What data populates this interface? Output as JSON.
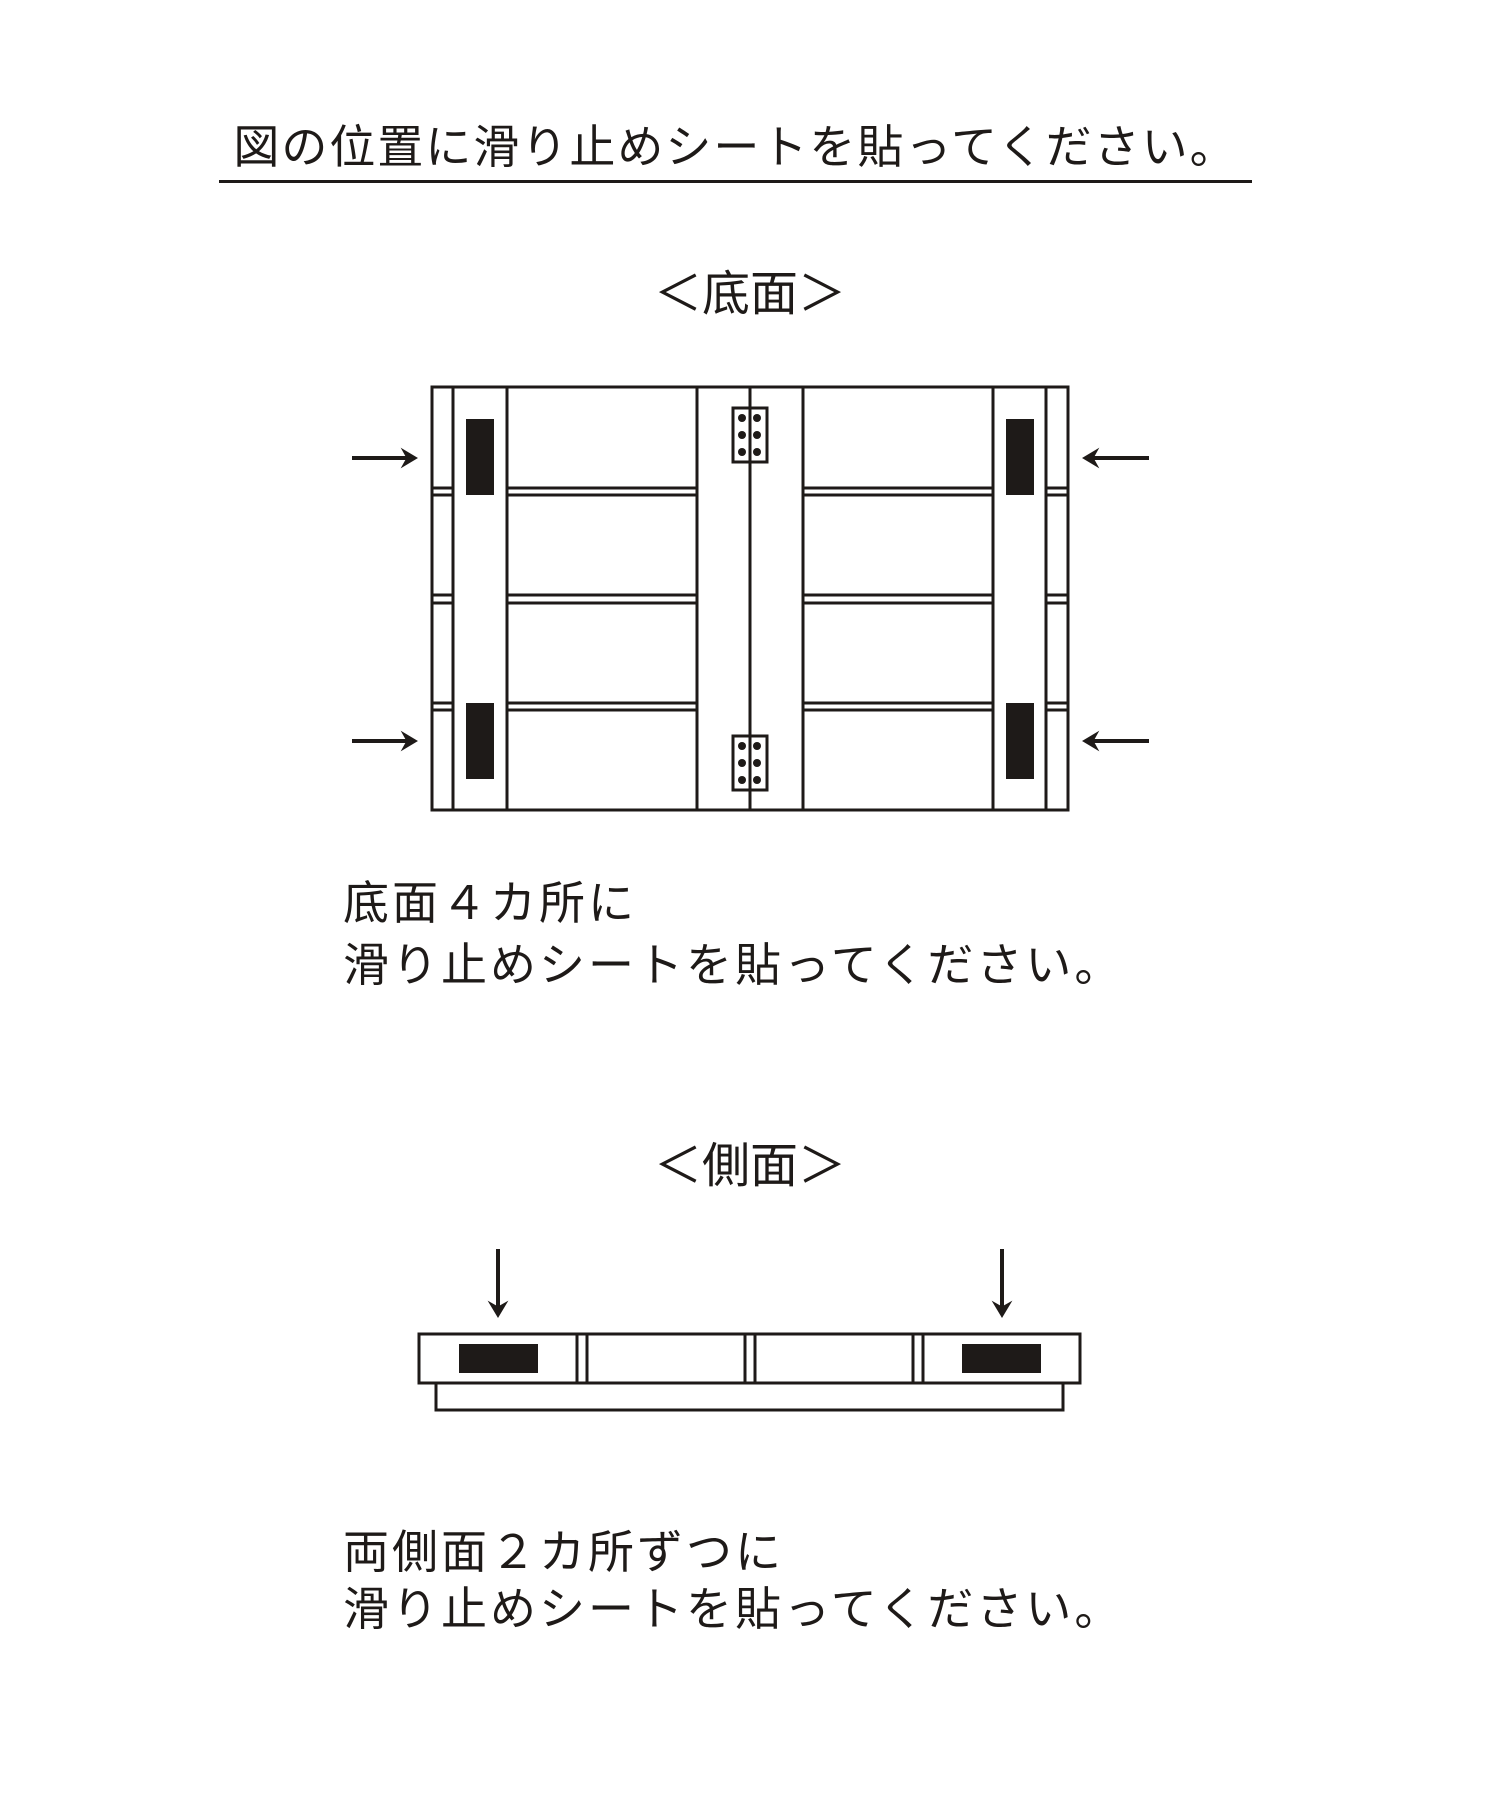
{
  "title": "図の位置に滑り止めシートを貼ってください。",
  "colors": {
    "line": "#1e1a18",
    "background": "#ffffff",
    "pad": "#1e1a18"
  },
  "bottom_view": {
    "label": "＜底面＞",
    "caption_lines": [
      "底面４カ所に",
      "滑り止めシートを貼ってください。"
    ],
    "pad_count": 4,
    "arrow_directions": [
      "right",
      "left",
      "right",
      "left"
    ],
    "hinge_plates": 2,
    "hinge_dots_per_plate": 6
  },
  "side_view": {
    "label": "＜側面＞",
    "caption_lines": [
      "両側面２カ所ずつに",
      "滑り止めシートを貼ってください。"
    ],
    "pad_count": 2,
    "arrow_directions": [
      "down",
      "down"
    ],
    "segments": 4
  }
}
